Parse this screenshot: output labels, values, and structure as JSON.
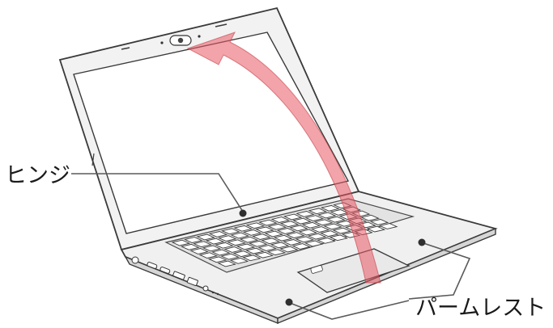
{
  "labels": {
    "hinge": "ヒンジ",
    "palmrest": "パームレスト"
  },
  "colors": {
    "arrow": "#e85a64",
    "line": "#3a3a3a",
    "body": "#f0f0f0"
  },
  "icons": [
    "laptop-illustration",
    "open-lid-arrow",
    "camera-icon"
  ]
}
